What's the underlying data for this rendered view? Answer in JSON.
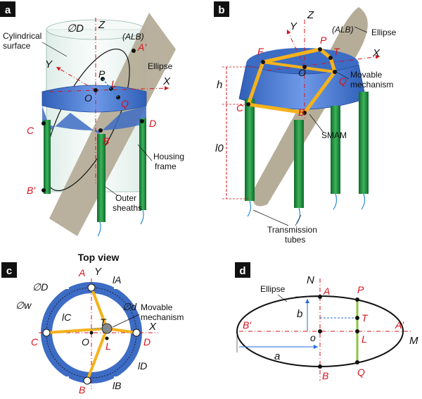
{
  "panels": {
    "a": {
      "tag": "a",
      "phi_D": "∅D",
      "Z": "Z",
      "Y": "Y",
      "X": "X",
      "cylindrical_surface": "Cylindrical surface",
      "alb": "(ALB)",
      "ellipse": "Ellipse",
      "A_prime": "A'",
      "B_prime": "B'",
      "P": "P",
      "O": "O",
      "L": "L",
      "Q": "Q",
      "B": "B",
      "C": "C",
      "D": "D",
      "housing_frame": "Housing frame",
      "outer_sheaths": "Outer sheaths"
    },
    "b": {
      "tag": "b",
      "Z": "Z",
      "Y": "Y",
      "X": "X",
      "P": "P",
      "F": "F",
      "T": "T",
      "O": "O",
      "Q": "Q",
      "C": "C",
      "B": "B",
      "alb": "(ALB)",
      "ellipse": "Ellipse",
      "movable_mechanism": "Movable mechanism",
      "h": "h",
      "l0": "l0",
      "smam": "SMAM",
      "transmission_tubes": "Transmission tubes"
    },
    "c": {
      "tag": "c",
      "title": "Top view",
      "A": "A",
      "Y": "Y",
      "lA": "lA",
      "phi_D": "∅D",
      "phi_d": "∅d",
      "phi_w": "∅w",
      "movable_mechanism": "Movable mechanism",
      "lC": "lC",
      "T": "T",
      "X": "X",
      "C": "C",
      "O": "O",
      "L": "L",
      "D": "D",
      "lD": "lD",
      "B": "B",
      "lB": "lB"
    },
    "d": {
      "tag": "d",
      "N": "N",
      "ellipse": "Ellipse",
      "A": "A",
      "P": "P",
      "b": "b",
      "B_prime": "B'",
      "T": "T",
      "A_prime": "A'",
      "o": "o",
      "L": "L",
      "M": "M",
      "a": "a",
      "B": "B",
      "Q": "Q"
    }
  },
  "colors": {
    "panel_tag_bg": "#111111",
    "point_red": "#d4141c",
    "link_yellow": "#f5b21c",
    "housing_blue": "#4a78d0",
    "tube_green": "#1e8a3a",
    "plane_tan": "#b5ad98",
    "green_segment": "#8cc63f"
  }
}
